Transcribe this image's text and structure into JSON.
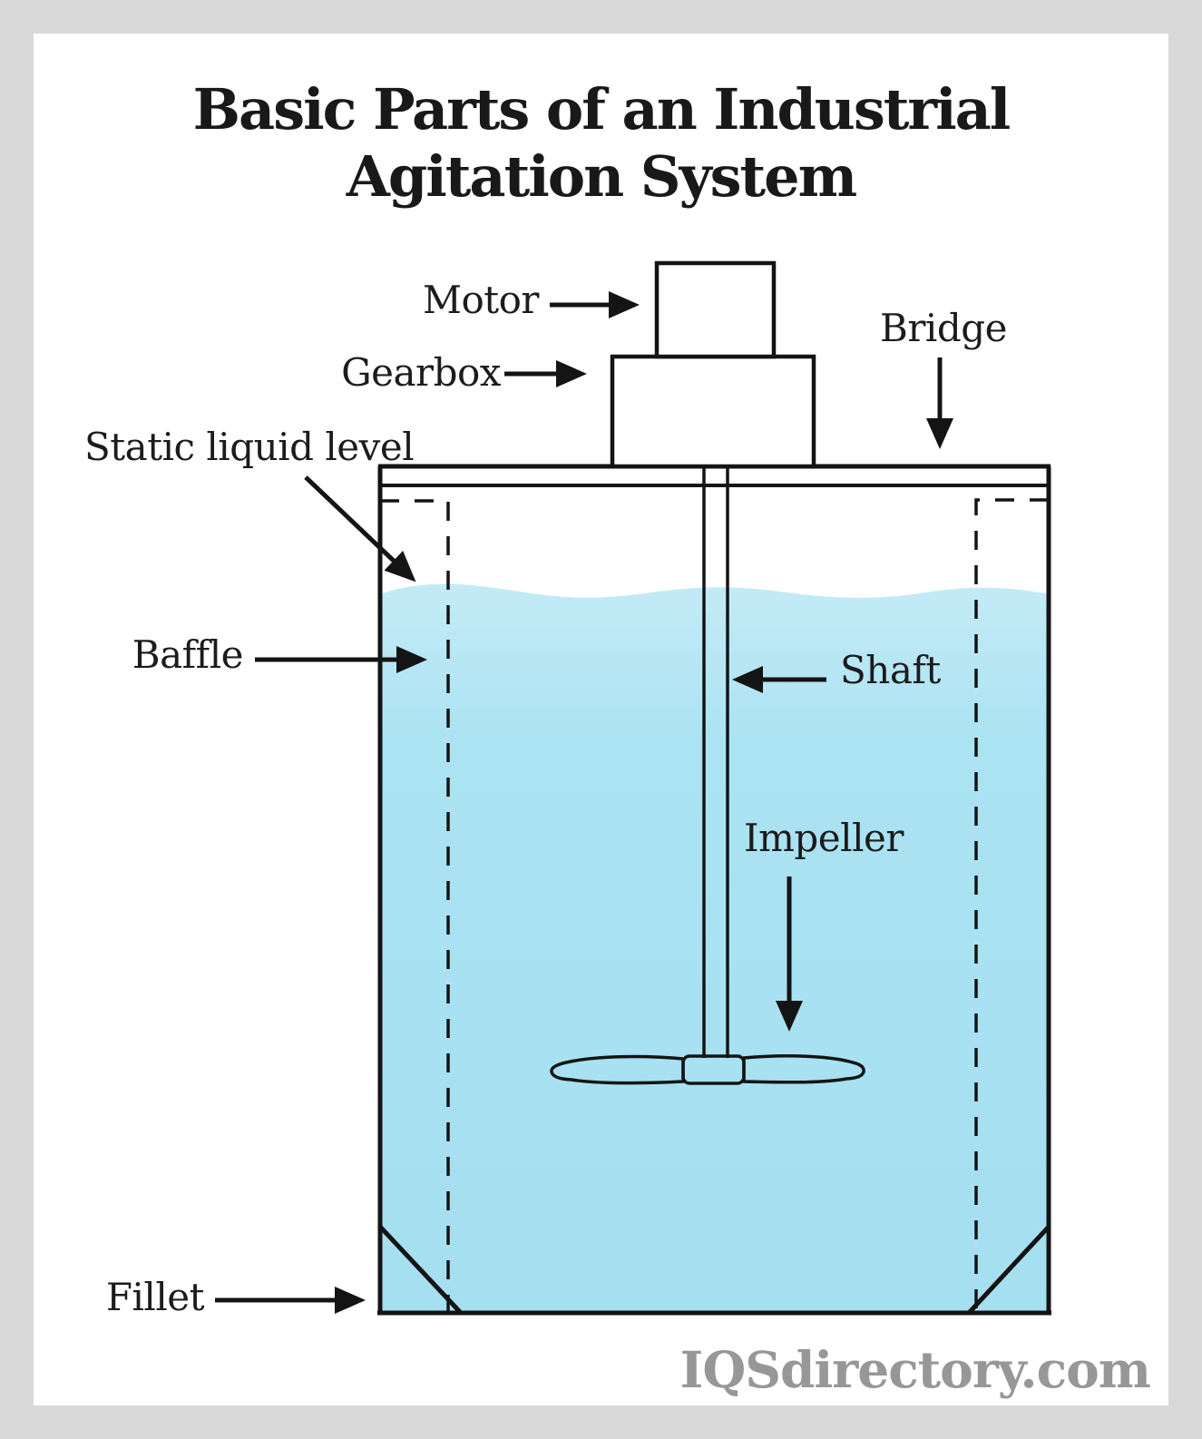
{
  "title": {
    "line1": "Basic Parts of an Industrial",
    "line2": "Agitation System"
  },
  "labels": {
    "motor": "Motor",
    "gearbox": "Gearbox",
    "bridge": "Bridge",
    "static_liquid_level": "Static liquid level",
    "baffle": "Baffle",
    "shaft": "Shaft",
    "impeller": "Impeller",
    "fillet": "Fillet"
  },
  "watermark": "IQSdirectory.com",
  "colors": {
    "liquid_top": "#c4ebf6",
    "liquid_mid": "#abe3f2",
    "liquid_bottom": "#a5dff0",
    "line": "#141414",
    "frame": "#d9d9d9",
    "watermark": "#979797"
  }
}
